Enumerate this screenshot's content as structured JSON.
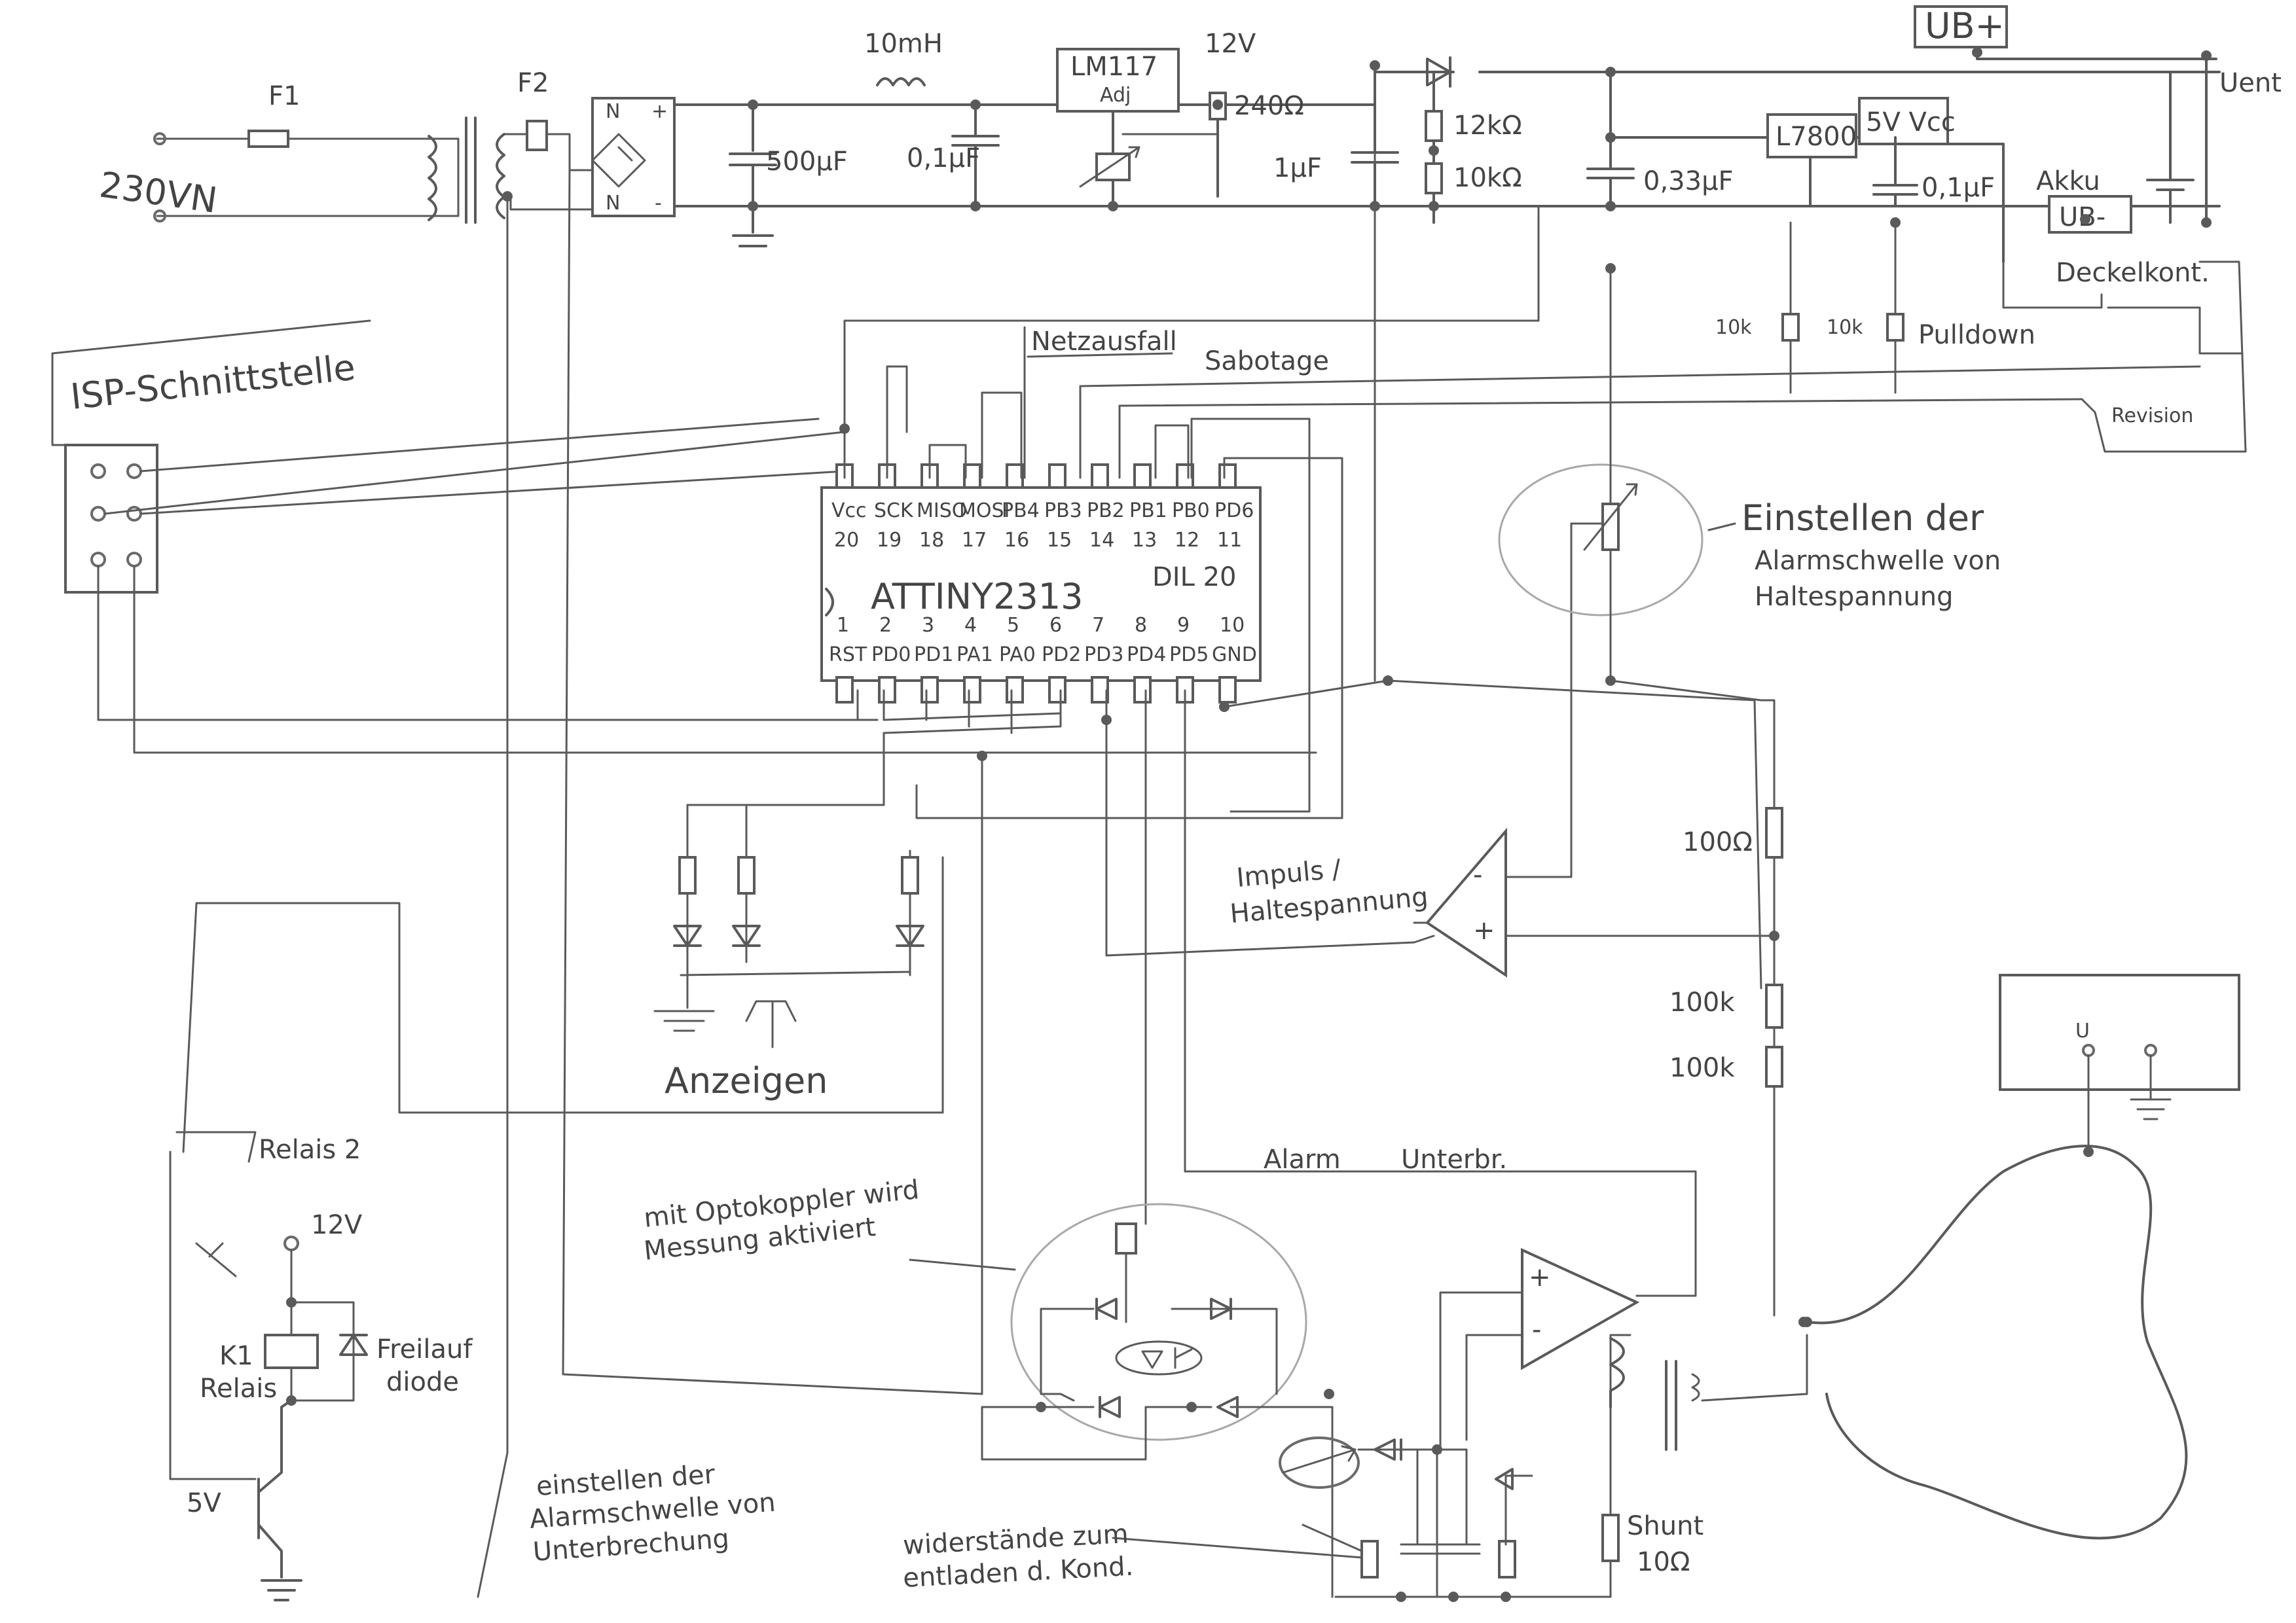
{
  "power": {
    "mains_label": "230VN",
    "fuse1": "F1",
    "fuse2": "F2",
    "bridge_pin_top_left": "N",
    "bridge_pin_top_right": "+",
    "bridge_pin_bottom_left": "N",
    "bridge_pin_bottom_right": "-",
    "cap_500": "500µF",
    "inductor": "10mH",
    "cap_01": "0,1µF",
    "regulator": "LM117",
    "regulator_adj": "Adj",
    "v12": "12V",
    "res_240": "240Ω",
    "cap_1u": "1µF",
    "res_12k": "12kΩ",
    "res_10k": "10kΩ",
    "cap_033": "0,33µF",
    "l7800": "L7800",
    "vcc5": "5V Vcc",
    "cap_01b": "0,1µF",
    "ub_plus": "UB+",
    "ub_minus": "UB-",
    "akku": "Akku",
    "u_ent": "Uent",
    "deckelkontakt": "Deckelkont.",
    "res_10k_a": "10k",
    "res_10k_b": "10k",
    "pulldown": "Pulldown",
    "revision": "Revision"
  },
  "isp": {
    "title": "ISP-Schnittstelle"
  },
  "mcu": {
    "name": "ATTINY2313",
    "package": "DIL 20",
    "top_names": [
      "Vcc",
      "SCK",
      "MISO",
      "MOSI",
      "PB4",
      "PB3",
      "PB2",
      "PB1",
      "PB0",
      "PD6"
    ],
    "top_nums": [
      "20",
      "19",
      "18",
      "17",
      "16",
      "15",
      "14",
      "13",
      "12",
      "11"
    ],
    "bottom_nums": [
      "1",
      "2",
      "3",
      "4",
      "5",
      "6",
      "7",
      "8",
      "9",
      "10"
    ],
    "bottom_names": [
      "RST",
      "PD0",
      "PD1",
      "PA1",
      "PA0",
      "PD2",
      "PD3",
      "PD4",
      "PD5",
      "GND"
    ]
  },
  "signals": {
    "netzausfall": "Netzausfall",
    "sabotage": "Sabotage",
    "anzeigen": "Anzeigen",
    "impuls": "Impuls /",
    "haltespannung": "Haltespannung",
    "alarm": "Alarm",
    "unterbr": "Unterbr.",
    "res_100_top": "100Ω",
    "res_100k_a": "100k",
    "res_100k_b": "100k",
    "einstellen_halte_1": "Einstellen der",
    "einstellen_halte_2": "Alarmschwelle von",
    "einstellen_halte_3": "Haltespannung",
    "opto_note_1": "mit Optokoppler wird",
    "opto_note_2": "Messung aktiviert",
    "einstellen_unter_1": "einstellen der",
    "einstellen_unter_2": "Alarmschwelle von",
    "einstellen_unter_3": "Unterbrechung",
    "widerstaende_1": "widerstände zum",
    "widerstaende_2": "entladen d. Kond.",
    "shunt": "Shunt",
    "shunt_val": "10Ω"
  },
  "relay": {
    "relais2": "Relais 2",
    "v12": "12V",
    "k1": "K1",
    "relais": "Relais",
    "freilauf": "Freilauf",
    "diode": "diode",
    "v5": "5V"
  }
}
